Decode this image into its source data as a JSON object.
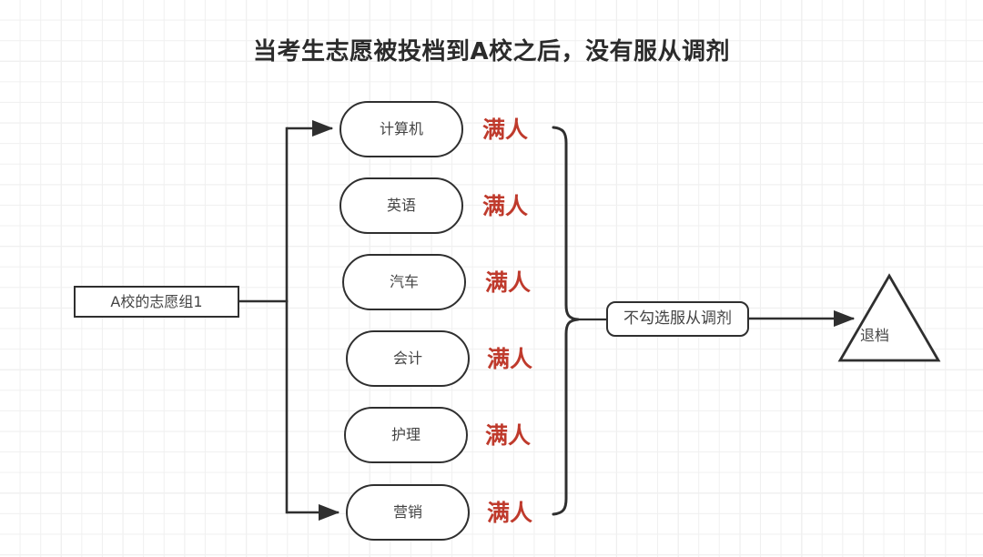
{
  "title": "当考生志愿被投档到A校之后，没有服从调剂",
  "colors": {
    "stroke": "#2f2f2f",
    "text": "#444444",
    "status_red": "#bf3a2c",
    "title": "#2b2b2b",
    "background": "#ffffff",
    "grid_minor": "#f0f0f0",
    "grid_major": "#e6e6e6"
  },
  "source": {
    "label": "A校的志愿组1"
  },
  "majors": [
    {
      "label": "计算机",
      "status": "满人"
    },
    {
      "label": "英语",
      "status": "满人"
    },
    {
      "label": "汽车",
      "status": "满人"
    },
    {
      "label": "会计",
      "status": "满人"
    },
    {
      "label": "护理",
      "status": "满人"
    },
    {
      "label": "营销",
      "status": "满人"
    }
  ],
  "decision": {
    "label": "不勾选服从调剂"
  },
  "outcome": {
    "label": "退档"
  }
}
